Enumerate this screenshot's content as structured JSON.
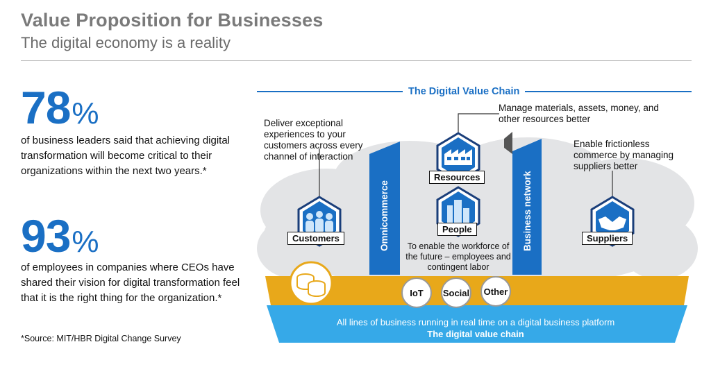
{
  "header": {
    "title": "Value Proposition for Businesses",
    "subtitle": "The digital economy is a reality"
  },
  "stats": [
    {
      "number": "78",
      "unit": "%",
      "text": "of business leaders said that achieving digital transformation will become critical to their organizations within the next two years.*"
    },
    {
      "number": "93",
      "unit": "%",
      "text": "of employees in companies where CEOs have shared their vision for digital transformation feel that it is the right thing for the organization.*"
    }
  ],
  "source": "*Source: MIT/HBR Digital Change Survey",
  "diagram": {
    "title": "The Digital Value Chain",
    "customers_desc": "Deliver exceptional experiences to your customers across every channel of interaction",
    "resources_desc": "Manage materials, assets, money, and other resources better",
    "suppliers_desc": "Enable frictionless commerce by managing suppliers better",
    "people_desc": "To enable the workforce of the future – employees and contingent labor",
    "nodes": {
      "customers": "Customers",
      "resources": "Resources",
      "people": "People",
      "suppliers": "Suppliers"
    },
    "arrows": {
      "left": "Omnicommerce",
      "right": "Business network"
    },
    "circles": [
      "IoT",
      "Social",
      "Other"
    ],
    "bottom_line1": "All lines of business running in real time on a digital business platform",
    "bottom_line2": "The digital value chain",
    "colors": {
      "accent": "#1a6fc4",
      "gold": "#e8a81a",
      "sky": "#36a9e8",
      "cloud": "#e3e4e6"
    }
  }
}
